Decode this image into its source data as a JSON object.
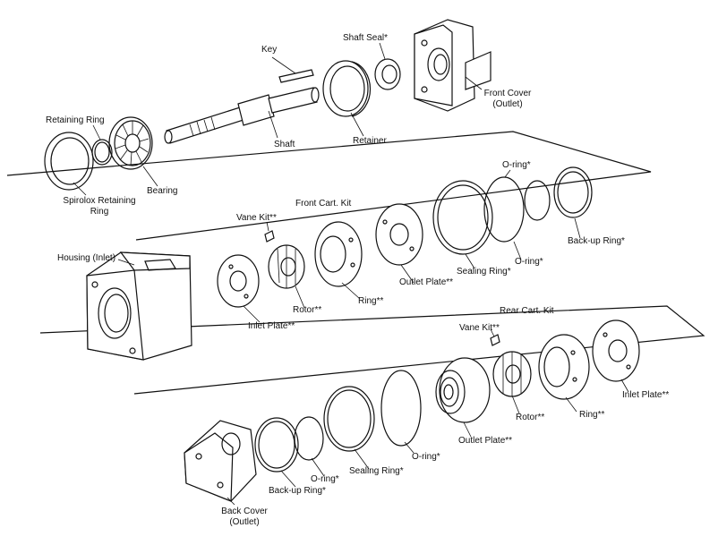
{
  "labels": {
    "key": "Key",
    "shaft_seal": "Shaft Seal*",
    "front_cover_1": "Front Cover",
    "front_cover_2": "(Outlet)",
    "retaining_ring": "Retaining Ring",
    "shaft": "Shaft",
    "retainer": "Retainer",
    "bearing": "Bearing",
    "spirolox_1": "Spirolox Retaining",
    "spirolox_2": "Ring",
    "front_cart_kit": "Front Cart. Kit",
    "o_ring_top": "O-ring*",
    "vane_kit_front": "Vane Kit**",
    "housing": "Housing (Inlet)",
    "back_up_ring_top": "Back-up Ring*",
    "o_ring_mid": "O-ring*",
    "sealing_ring_top": "Sealing Ring*",
    "outlet_plate_front": "Outlet Plate**",
    "ring_front": "Ring**",
    "rotor_front": "Rotor**",
    "inlet_plate_front": "Inlet Plate**",
    "rear_cart_kit": "Rear Cart. Kit",
    "vane_kit_rear": "Vane Kit**",
    "inlet_plate_rear": "Inlet Plate**",
    "rotor_rear": "Rotor**",
    "ring_rear": "Ring**",
    "o_ring_low": "O-ring*",
    "outlet_plate_rear": "Outlet Plate**",
    "o_ring_bottom": "O-ring*",
    "sealing_ring_bottom": "Sealing Ring*",
    "back_up_ring_bottom": "Back-up Ring*",
    "back_cover_1": "Back Cover",
    "back_cover_2": "(Outlet)"
  }
}
